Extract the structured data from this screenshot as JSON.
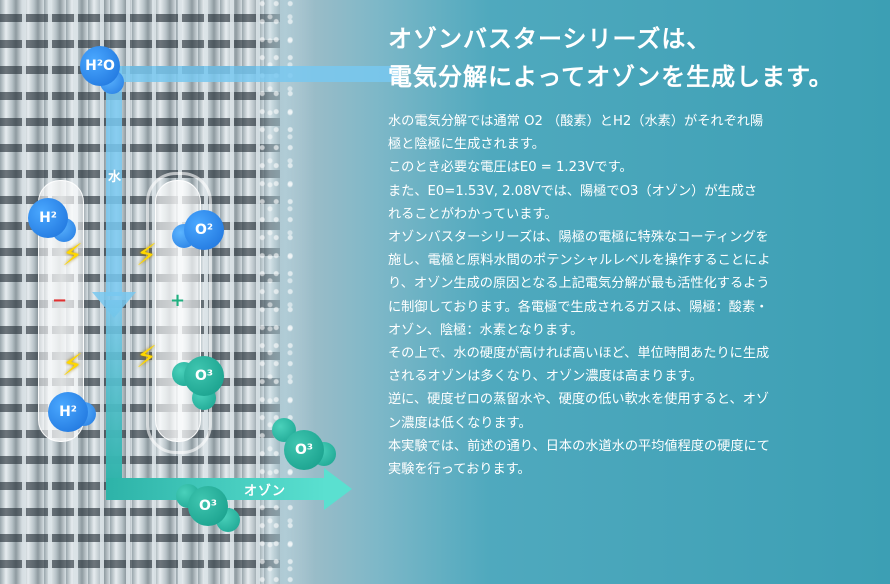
{
  "title_lines": [
    "オゾンバスターシリーズは、",
    "電気分解によってオゾンを生成します。"
  ],
  "body_lines": [
    "水の電気分解では通常 O2 （酸素）とH2（水素）がそれぞれ陽",
    "極と陰極に生成されます。",
    "このとき必要な電圧はE0 = 1.23Vです。",
    "また、E0=1.53V, 2.08Vでは、陽極でO3（オゾン）が生成さ",
    "れることがわかっています。",
    "オゾンバスターシリーズは、陽極の電極に特殊なコーティングを",
    "施し、電極と原料水間のポテンシャルレベルを操作することによ",
    "り、オゾン生成の原因となる上記電気分解が最も活性化するよう",
    "に制御しております。各電極で生成されるガスは、陽極：酸素・",
    "オゾン、陰極：水素となります。",
    "その上で、水の硬度が高ければ高いほど、単位時間あたりに生成",
    "されるオゾンは多くなり、オゾン濃度は高まります。",
    "逆に、硬度ゼロの蒸留水や、硬度の低い軟水を使用すると、オゾ",
    "ン濃度は低くなります。",
    "本実験では、前述の通り、日本の水道水の平均値程度の硬度にて",
    "実験を行っております。"
  ],
  "diagram": {
    "water_label": "水",
    "ozone_label": "オゾン",
    "minus_sign": "−",
    "plus_sign": "+",
    "molecules": {
      "h2o": "H²O",
      "h2_top": "H²",
      "h2_bottom": "H²",
      "o2": "O²",
      "o3_electrode": "O³",
      "o3_top": "O³",
      "o3_bottom": "O³"
    },
    "colors": {
      "hydrogen": "#1a6fd9",
      "ozone": "#139a87",
      "arrow_water": "#78c8f0",
      "arrow_ozone": "#2db3a8",
      "bolt": "#ffd700",
      "minus": "#e03030",
      "plus": "#20b080"
    }
  }
}
